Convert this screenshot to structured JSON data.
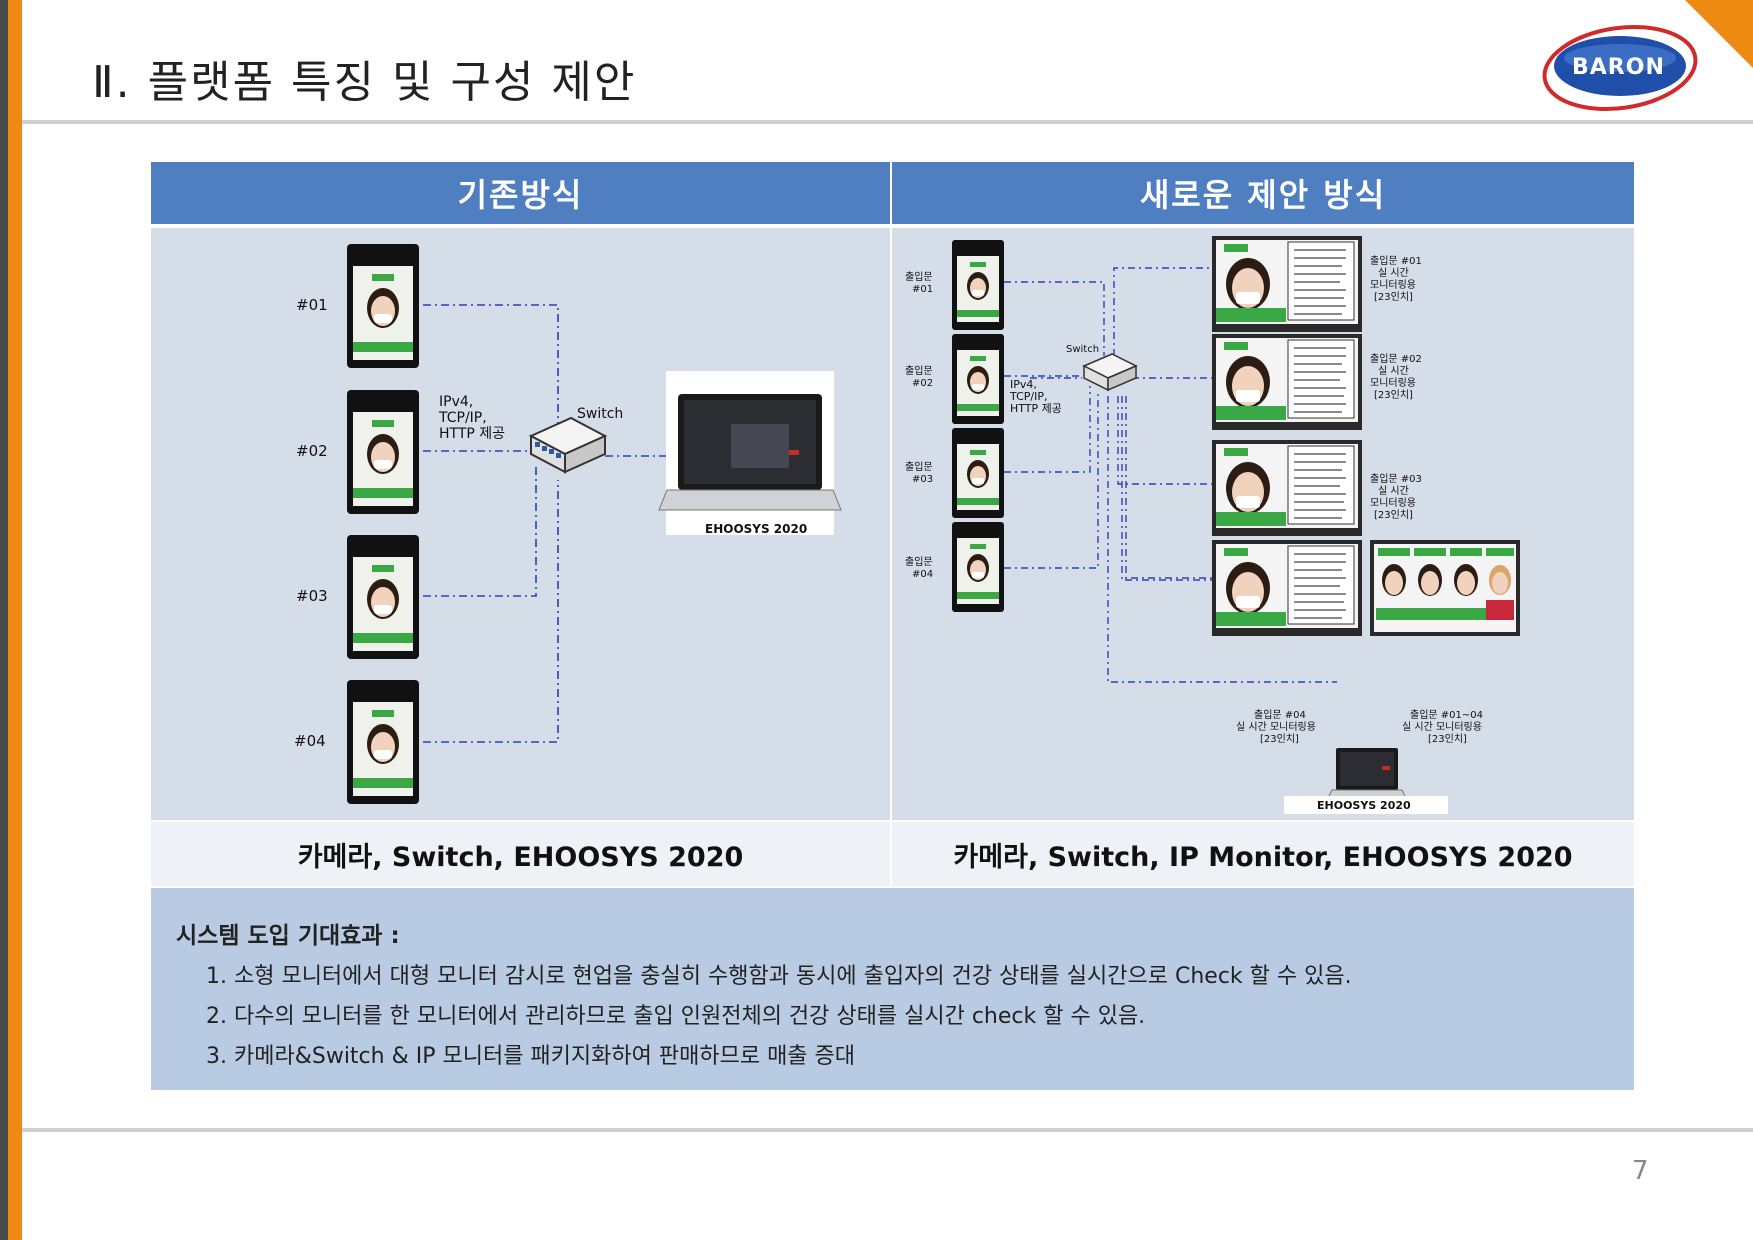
{
  "slide": {
    "title": "Ⅱ. 플랫폼 특징 및 구성 제안",
    "page_number": "7",
    "logo_text": "BARON"
  },
  "columns": {
    "left_header": "기존방식",
    "right_header": "새로운 제안 방식",
    "left_caption": "카메라, Switch, EHOOSYS 2020",
    "right_caption": "카메라, Switch, IP Monitor, EHOOSYS 2020"
  },
  "left_diagram": {
    "cameras": [
      "#01",
      "#02",
      "#03",
      "#04"
    ],
    "protocol_lines": [
      "IPv4,",
      "TCP/IP,",
      "HTTP 제공"
    ],
    "switch_label": "Switch",
    "laptop_label": "EHOOSYS 2020"
  },
  "right_diagram": {
    "gates": [
      {
        "line1": "출입문",
        "line2": "#01"
      },
      {
        "line1": "출입문",
        "line2": "#02"
      },
      {
        "line1": "출입문",
        "line2": "#03"
      },
      {
        "line1": "출입문",
        "line2": "#04"
      }
    ],
    "switch_label": "Switch",
    "protocol_lines": [
      "IPv4,",
      "TCP/IP,",
      "HTTP 제공"
    ],
    "monitor_labels": [
      [
        "출입문 #01",
        "실 시간",
        "모니터링용",
        "[23인치]"
      ],
      [
        "출입문 #02",
        "실 시간",
        "모니터링용",
        "[23인치]"
      ],
      [
        "출입문 #03",
        "실 시간",
        "모니터링용",
        "[23인치]"
      ]
    ],
    "bottom_monitor_labels": [
      [
        "출입문 #04",
        "실 시간 모니터링용",
        "[23인치]"
      ],
      [
        "출입문 #01~04",
        "실 시간 모니터링용",
        "[23인치]"
      ]
    ],
    "laptop_label": "EHOOSYS 2020"
  },
  "benefits": {
    "title": "시스템 도입 기대효과 :",
    "items": [
      "1. 소형 모니터에서 대형 모니터 감시로 현업을 충실히 수행함과 동시에 출입자의 건강 상태를 실시간으로 Check 할 수 있음.",
      "2. 다수의 모니터를 한 모니터에서 관리하므로 출입 인원전체의 건강 상태를 실시간 check 할 수 있음.",
      "3. 카메라&Switch & IP 모니터를 패키지화하여 판매하므로 매출 증대"
    ]
  },
  "colors": {
    "accent_orange": "#ee8a12",
    "header_blue": "#4f7fc0",
    "panel_bg": "#d5dde9",
    "benefits_bg": "#b9cbe3",
    "link_line": "#2f3fb8"
  }
}
